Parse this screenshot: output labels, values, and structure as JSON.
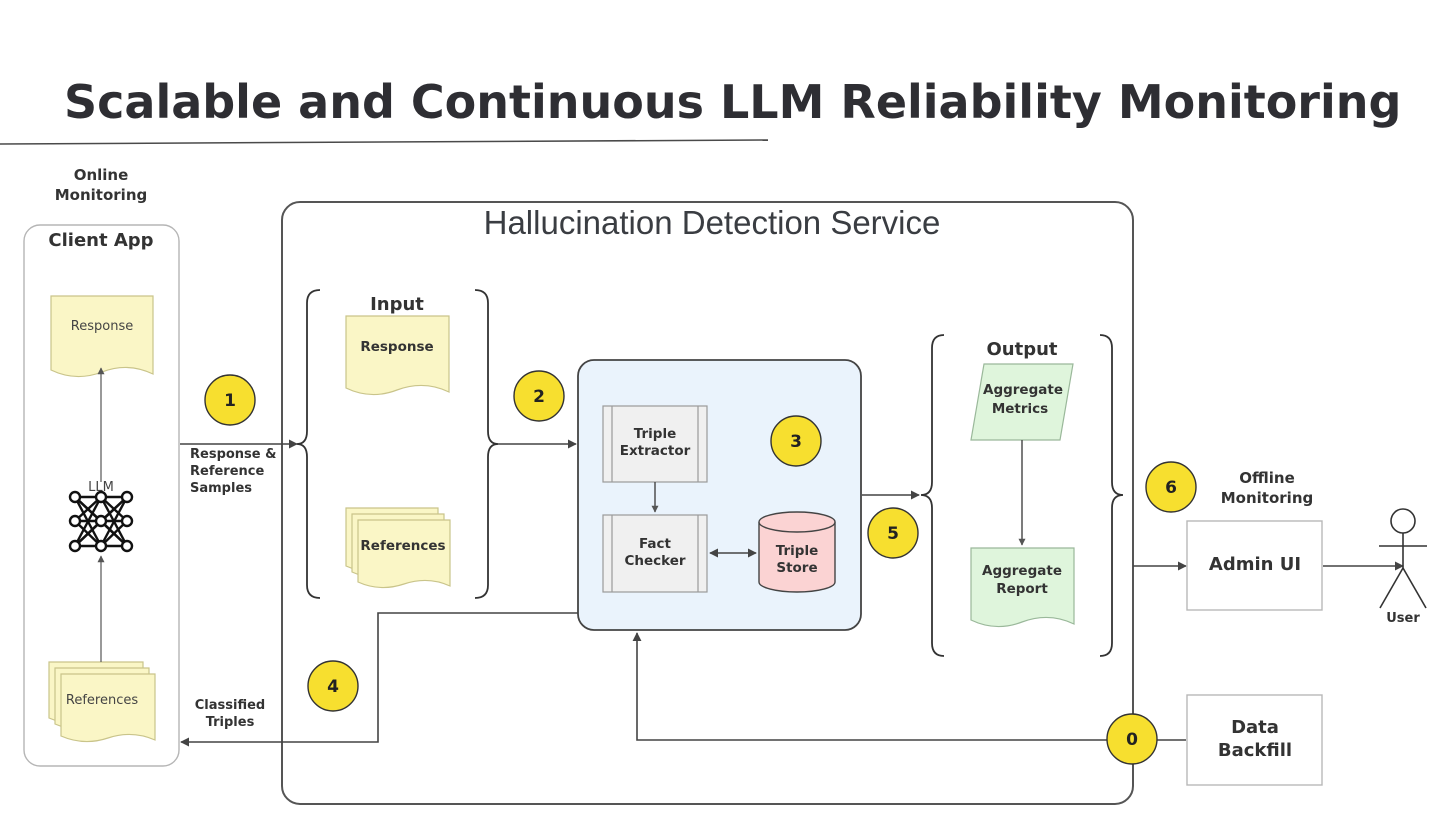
{
  "title": "Scalable and Continuous LLM Reliability Monitoring",
  "online_monitoring": {
    "line1": "Online",
    "line2": "Monitoring"
  },
  "client_app": {
    "title": "Client App",
    "response": "Response",
    "llm": "LLM",
    "references": "References"
  },
  "service": {
    "title": "Hallucination Detection Service",
    "input": {
      "title": "Input",
      "response": "Response",
      "references": "References"
    },
    "triple_extractor": {
      "line1": "Triple",
      "line2": "Extractor"
    },
    "fact_checker": {
      "line1": "Fact",
      "line2": "Checker"
    },
    "triple_store": {
      "line1": "Triple",
      "line2": "Store"
    },
    "output": {
      "title": "Output",
      "metrics": {
        "line1": "Aggregate",
        "line2": "Metrics"
      },
      "report": {
        "line1": "Aggregate",
        "line2": "Report"
      }
    }
  },
  "flow_labels": {
    "samples": {
      "line1": "Response &",
      "line2": "Reference",
      "line3": "Samples"
    },
    "classified": {
      "line1": "Classified",
      "line2": "Triples"
    }
  },
  "offline_monitoring": {
    "line1": "Offline",
    "line2": "Monitoring"
  },
  "admin_ui": "Admin UI",
  "user": "User",
  "data_backfill": {
    "line1": "Data",
    "line2": "Backfill"
  },
  "steps": [
    "0",
    "1",
    "2",
    "3",
    "4",
    "5",
    "6"
  ],
  "colors": {
    "doc_fill": "#faf6c6",
    "doc_stroke": "#c9c48a",
    "panel_fill": "#eaf3fc",
    "output_fill": "#dff5dc",
    "store_fill": "#fbd3d3",
    "badge_fill": "#f7df2f"
  }
}
